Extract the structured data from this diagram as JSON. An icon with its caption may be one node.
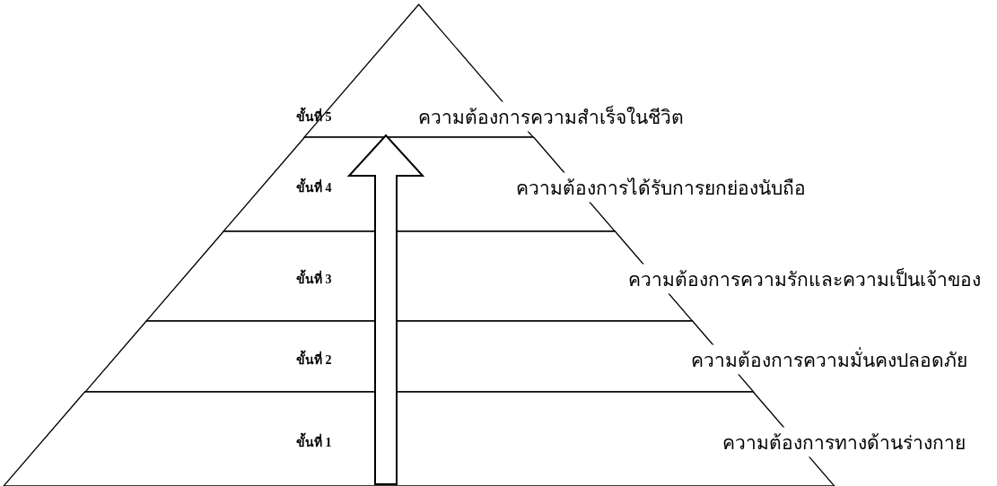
{
  "diagram": {
    "nodes": [
      {
        "text": [
          "ขั้นที่ 5"
        ],
        "beside": [
          "ความต้องการความสำเร็จในชีวิต"
        ]
      },
      {
        "text": [
          "ขั้นที่ 4"
        ],
        "beside": [
          "ความต้องการได้รับการยกย่องนับถือ"
        ]
      },
      {
        "text": [
          "ขั้นที่ 3"
        ],
        "beside": [
          "ความต้องการความรักและความเป็นเจ้าของ"
        ]
      },
      {
        "text": [
          "ขั้นที่ 2"
        ],
        "beside": [
          "ความต้องการความมั่นคงปลอดภัย"
        ]
      },
      {
        "text": [
          "ขั้นที่ 1"
        ],
        "beside": [
          "ความต้องการทางด้านร่างกาย"
        ]
      }
    ]
  }
}
